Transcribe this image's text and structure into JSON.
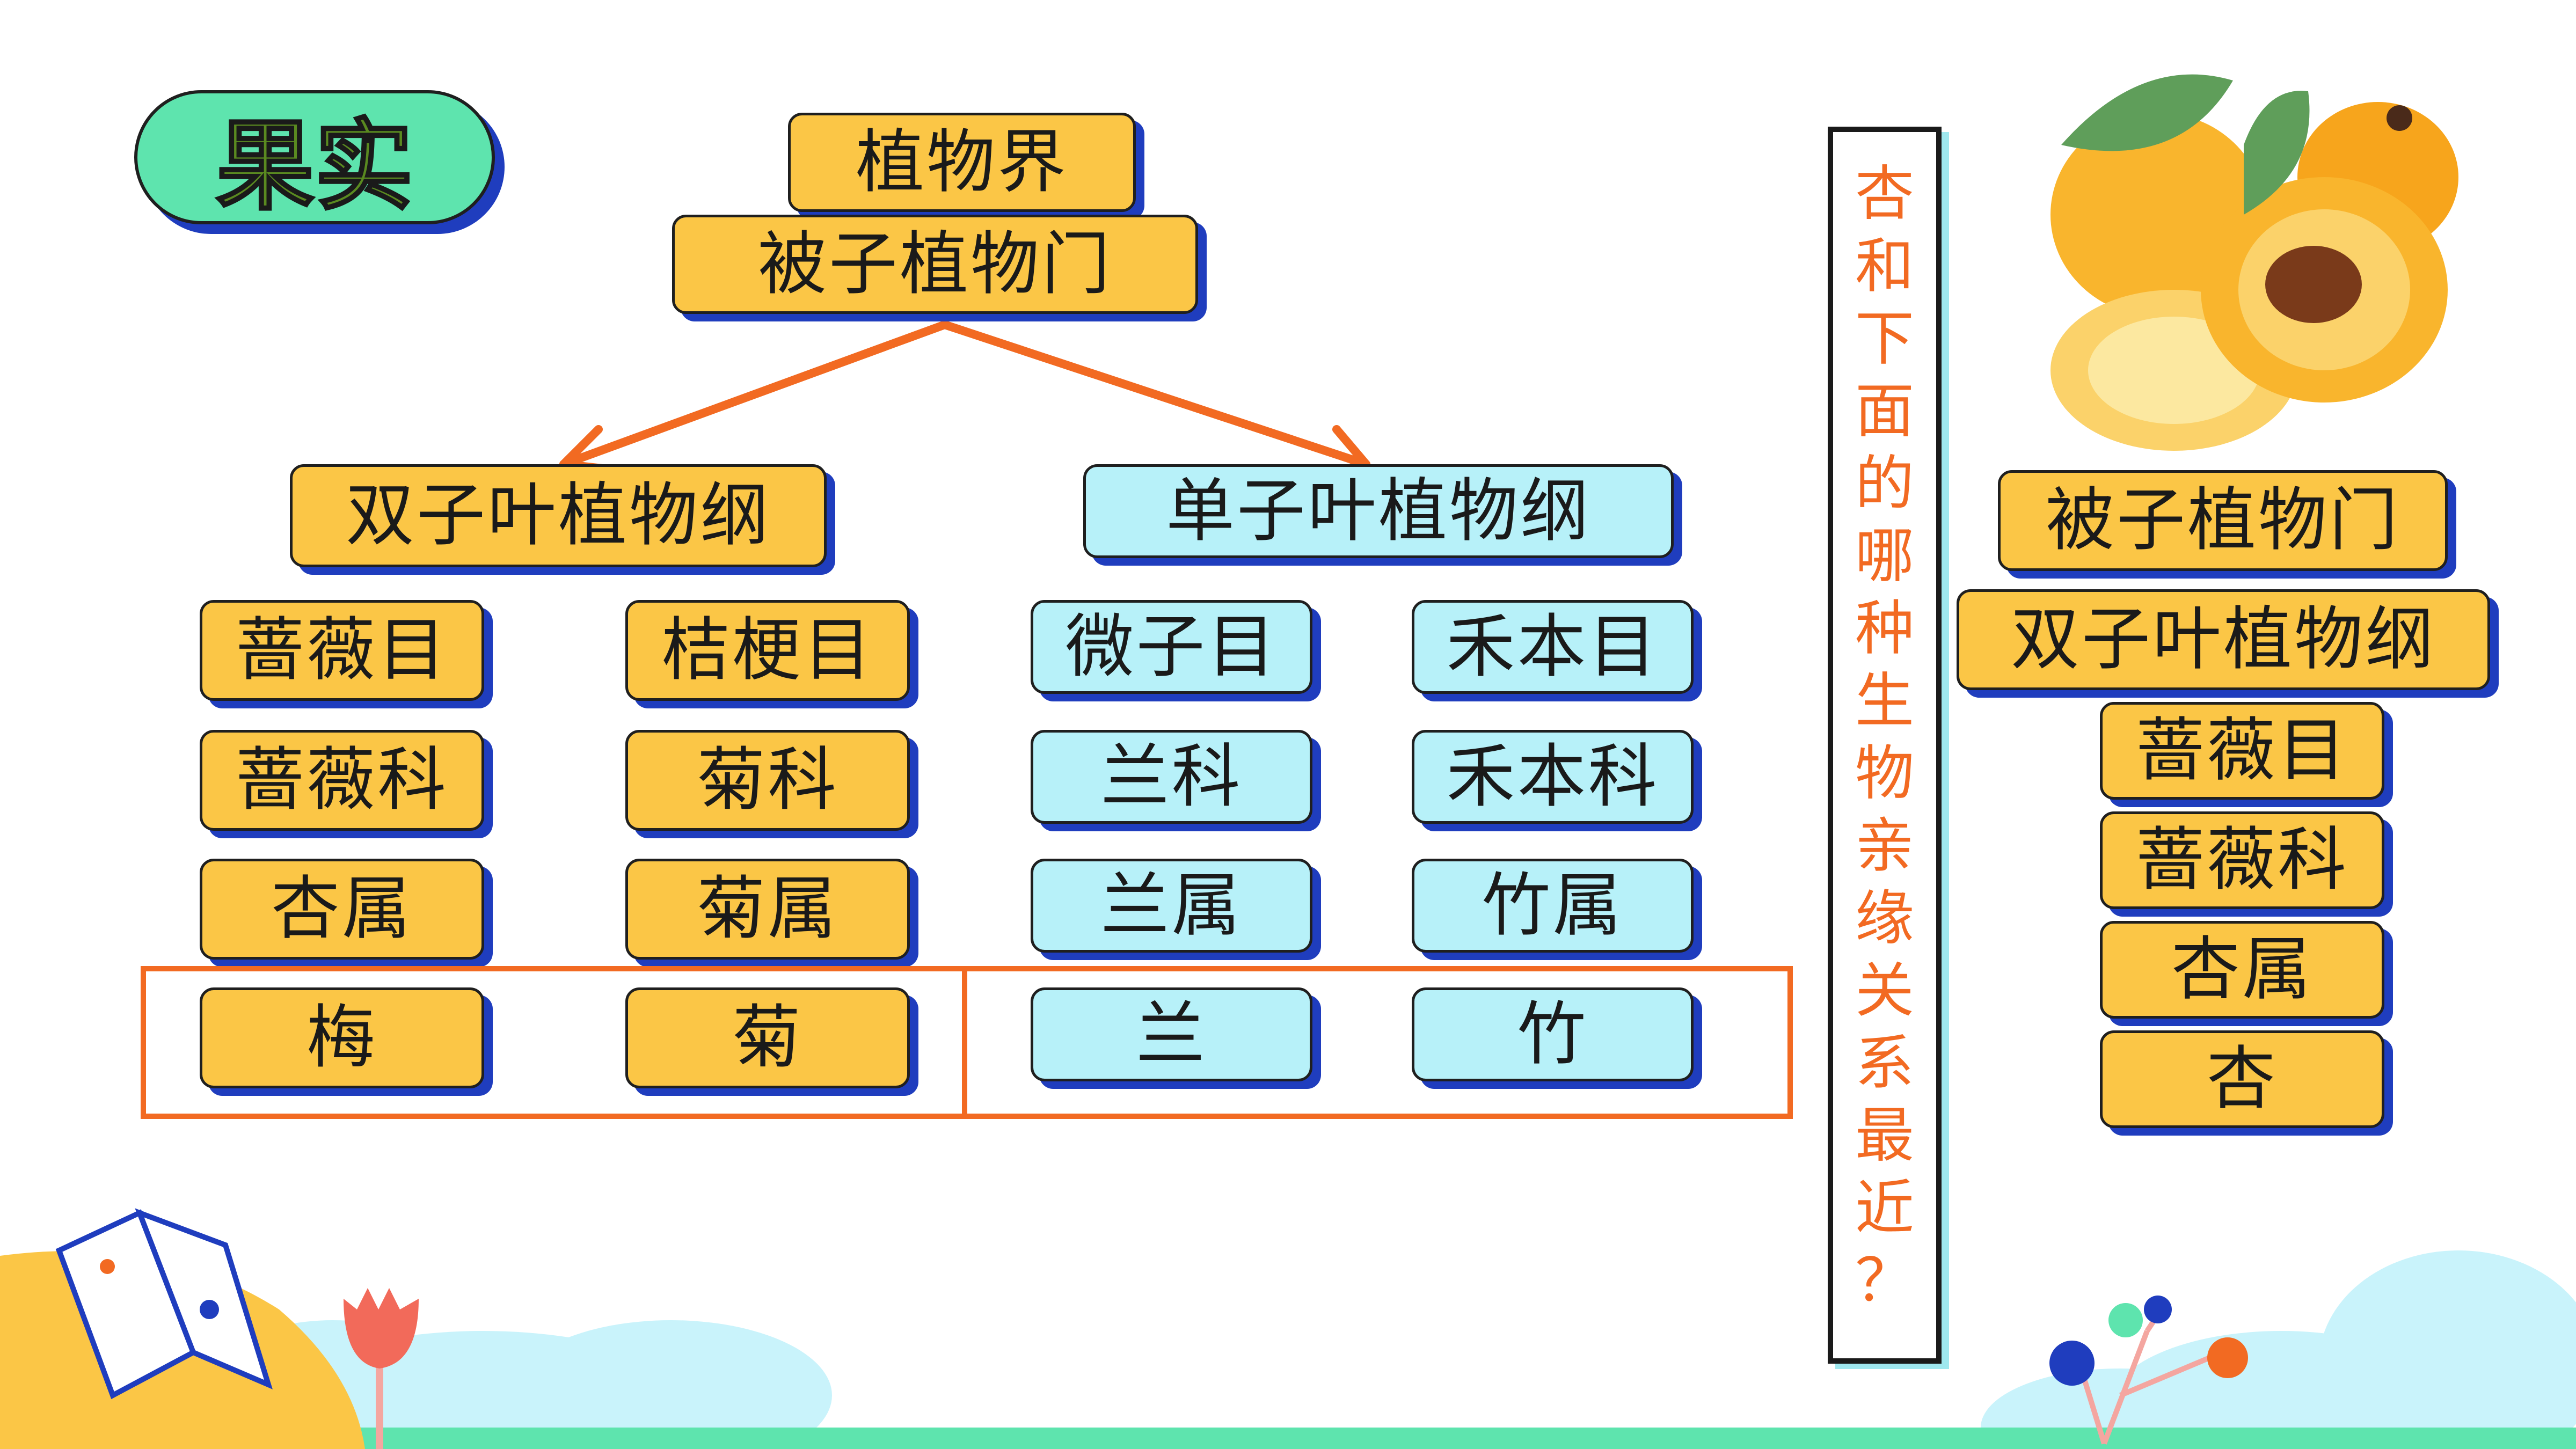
{
  "title": "果实",
  "tree": {
    "kingdom": "植物界",
    "phylum": "被子植物门",
    "dicot": {
      "class": "双子叶植物纲",
      "col1": [
        "蔷薇目",
        "蔷薇科",
        "杏属",
        "梅"
      ],
      "col2": [
        "桔梗目",
        "菊科",
        "菊属",
        "菊"
      ]
    },
    "monocot": {
      "class": "单子叶植物纲",
      "col1": [
        "微子目",
        "兰科",
        "兰属",
        "兰"
      ],
      "col2": [
        "禾本目",
        "禾本科",
        "竹属",
        "竹"
      ]
    }
  },
  "question": "杏和下面的哪种生物亲缘关系最近？",
  "apricot": [
    "被子植物门",
    "双子叶植物纲",
    "蔷薇目",
    "蔷薇科",
    "杏属",
    "杏"
  ],
  "colors": {
    "yellow": "#fbc646",
    "blue": "#b7f1f9",
    "orange": "#f26a22",
    "green": "#5ee4ae",
    "shadow": "#1f3dbe"
  }
}
